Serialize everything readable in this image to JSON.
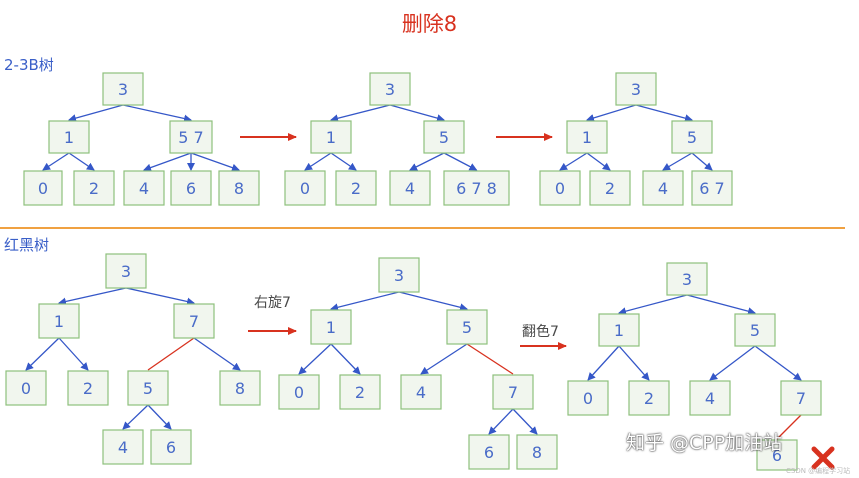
{
  "title": "删除8",
  "sections": {
    "two_three": "2-3B树",
    "red_black": "红黑树"
  },
  "steps": {
    "rotate": "右旋7",
    "recolor": "翻色7"
  },
  "watermark": "知乎 @CPP加油站",
  "watermark_small": "CSDN @编程学习站",
  "colors": {
    "title": "#d8321f",
    "edge_black": "#3557c8",
    "edge_red": "#d8321f",
    "node_fill": "#f1f6ee",
    "node_border": "#8ec07c",
    "divider": "#f0a141"
  },
  "trees_23": [
    {
      "nodes": [
        {
          "id": "n3",
          "label": "3"
        },
        {
          "id": "n1",
          "label": "1"
        },
        {
          "id": "n57",
          "label": "5 7"
        },
        {
          "id": "n0",
          "label": "0"
        },
        {
          "id": "n2",
          "label": "2"
        },
        {
          "id": "n4",
          "label": "4"
        },
        {
          "id": "n6",
          "label": "6"
        },
        {
          "id": "n8",
          "label": "8"
        }
      ]
    },
    {
      "nodes": [
        {
          "id": "n3",
          "label": "3"
        },
        {
          "id": "n1",
          "label": "1"
        },
        {
          "id": "n5",
          "label": "5"
        },
        {
          "id": "n0",
          "label": "0"
        },
        {
          "id": "n2",
          "label": "2"
        },
        {
          "id": "n4",
          "label": "4"
        },
        {
          "id": "n678",
          "label": "6 7 8"
        }
      ]
    },
    {
      "nodes": [
        {
          "id": "n3",
          "label": "3"
        },
        {
          "id": "n1",
          "label": "1"
        },
        {
          "id": "n5",
          "label": "5"
        },
        {
          "id": "n0",
          "label": "0"
        },
        {
          "id": "n2",
          "label": "2"
        },
        {
          "id": "n4",
          "label": "4"
        },
        {
          "id": "n67",
          "label": "6 7"
        }
      ]
    }
  ],
  "trees_rb": [
    {
      "nodes": [
        {
          "id": "n3",
          "label": "3"
        },
        {
          "id": "n1",
          "label": "1"
        },
        {
          "id": "n7",
          "label": "7"
        },
        {
          "id": "n0",
          "label": "0"
        },
        {
          "id": "n2",
          "label": "2"
        },
        {
          "id": "n5",
          "label": "5"
        },
        {
          "id": "n8",
          "label": "8"
        },
        {
          "id": "n4",
          "label": "4"
        },
        {
          "id": "n6",
          "label": "6"
        }
      ]
    },
    {
      "nodes": [
        {
          "id": "n3",
          "label": "3"
        },
        {
          "id": "n1",
          "label": "1"
        },
        {
          "id": "n5",
          "label": "5"
        },
        {
          "id": "n0",
          "label": "0"
        },
        {
          "id": "n2",
          "label": "2"
        },
        {
          "id": "n4",
          "label": "4"
        },
        {
          "id": "n7",
          "label": "7"
        },
        {
          "id": "n6",
          "label": "6"
        },
        {
          "id": "n8",
          "label": "8"
        }
      ]
    },
    {
      "nodes": [
        {
          "id": "n3",
          "label": "3"
        },
        {
          "id": "n1",
          "label": "1"
        },
        {
          "id": "n5",
          "label": "5"
        },
        {
          "id": "n0",
          "label": "0"
        },
        {
          "id": "n2",
          "label": "2"
        },
        {
          "id": "n4",
          "label": "4"
        },
        {
          "id": "n7",
          "label": "7"
        },
        {
          "id": "n6",
          "label": "6"
        }
      ]
    }
  ]
}
